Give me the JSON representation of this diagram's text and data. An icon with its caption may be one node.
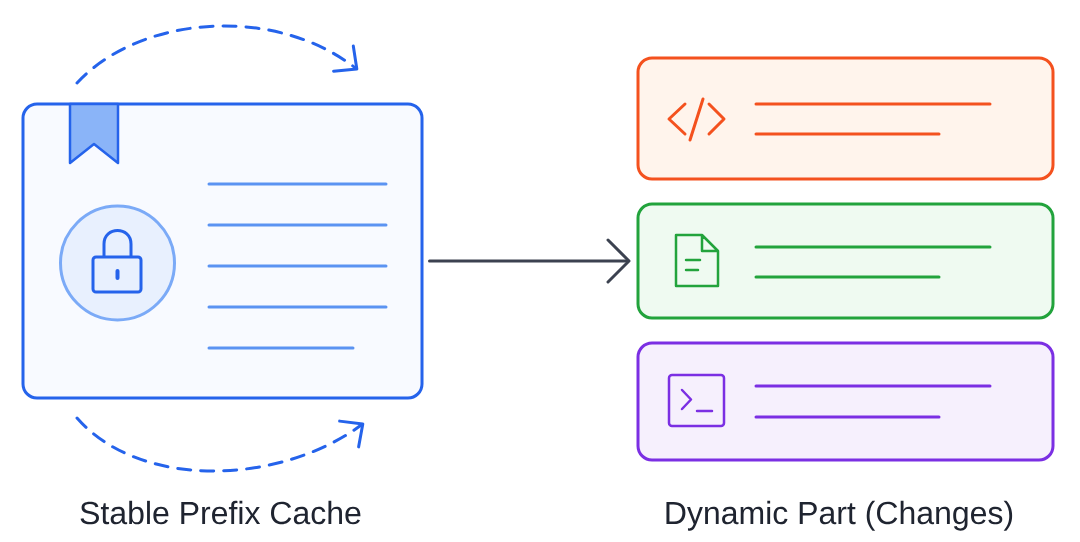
{
  "diagram": {
    "nodes": [
      {
        "text": [],
        "shape": "box"
      },
      {
        "text": [],
        "shape": "box"
      },
      {
        "text": [],
        "shape": "box"
      },
      {
        "text": [],
        "shape": "box"
      }
    ],
    "edges": [
      {
        "from": 0,
        "to": 2,
        "arrow": "to"
      }
    ],
    "labels": [
      "Stable Prefix Cache",
      "Dynamic Part (Changes)"
    ]
  }
}
